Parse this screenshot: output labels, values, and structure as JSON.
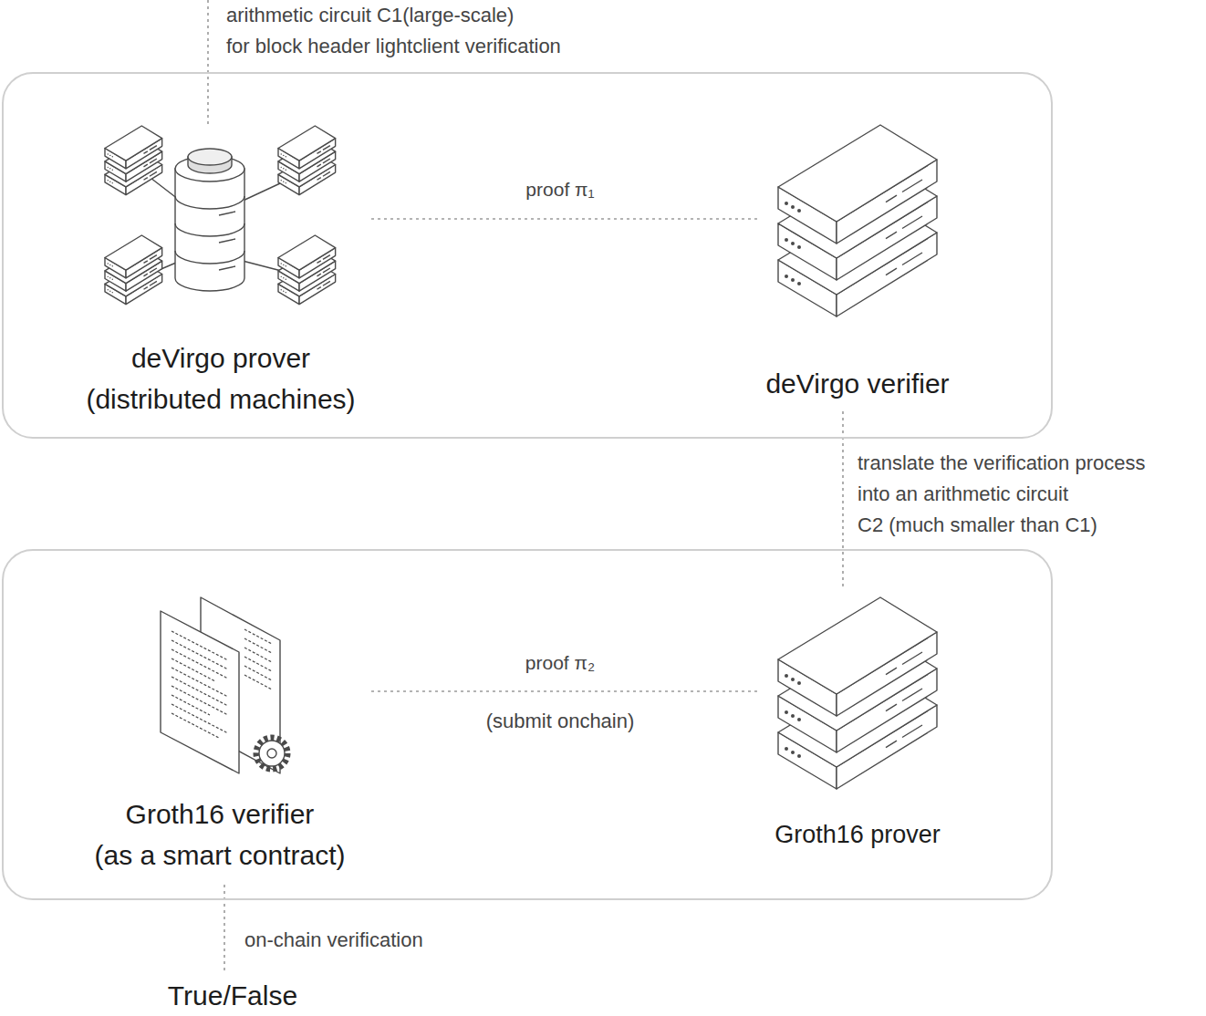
{
  "diagram": {
    "nodes": [
      {
        "text": []
      },
      {
        "text": [
          "deVirgo prover (distributed machines)"
        ],
        "in": 0
      },
      {
        "text": [
          "deVirgo verifier"
        ],
        "in": 0
      },
      {
        "text": []
      },
      {
        "text": [
          "Groth16 verifier (as a smart contract)"
        ],
        "in": 3
      },
      {
        "text": [
          "Groth16 prover"
        ],
        "in": 3
      }
    ],
    "edges": [
      {
        "from": 1,
        "to": 2,
        "arrow": "none",
        "label": "proof π₁"
      },
      {
        "from": 2,
        "to": 5,
        "arrow": "none",
        "label": "translate the verification process into an arithmetic circuit C2 (much smaller than C1)"
      },
      {
        "from": 5,
        "to": 4,
        "arrow": "none",
        "label": "proof π₂"
      }
    ],
    "labels": [
      "arithmetic circuit C1(large-scale) for block header lightclient verification",
      "(submit onchain)",
      "on-chain verification",
      "True/False"
    ]
  }
}
